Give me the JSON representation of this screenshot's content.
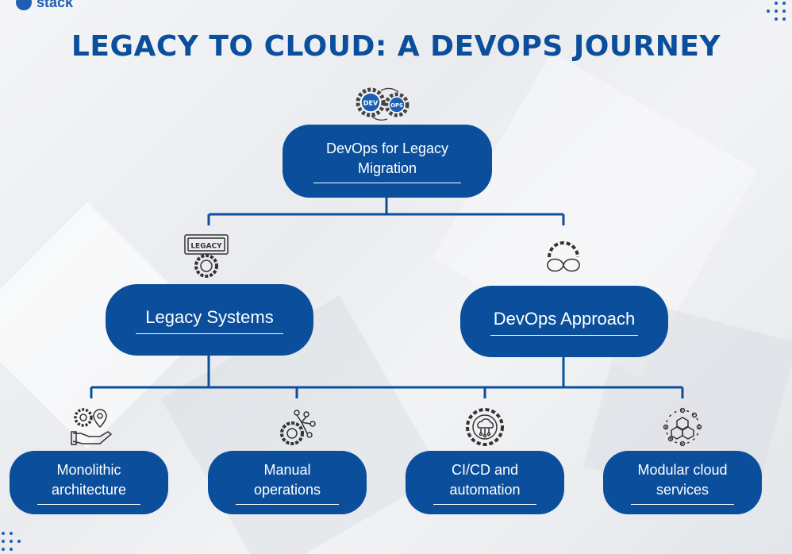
{
  "brand": {
    "name": "stack",
    "accent": "#0b4f9c"
  },
  "title": "LEGACY TO CLOUD: A DEVOPS JOURNEY",
  "root": {
    "label": "DevOps for Legacy Migration",
    "icon": "dev-ops-gears-icon",
    "icon_text_dev": "DEV",
    "icon_text_ops": "OPS"
  },
  "branches": [
    {
      "label": "Legacy Systems",
      "icon": "legacy-certificate-gear-icon",
      "icon_text": "LEGACY"
    },
    {
      "label": "DevOps Approach",
      "icon": "gear-infinity-icon"
    }
  ],
  "leaves": [
    {
      "label": "Monolithic architecture",
      "icon": "hand-gear-location-icon"
    },
    {
      "label": "Manual operations",
      "icon": "gear-network-icon"
    },
    {
      "label": "CI/CD and automation",
      "icon": "gear-cloud-icon"
    },
    {
      "label": "Modular cloud services",
      "icon": "cubes-network-icon"
    }
  ]
}
